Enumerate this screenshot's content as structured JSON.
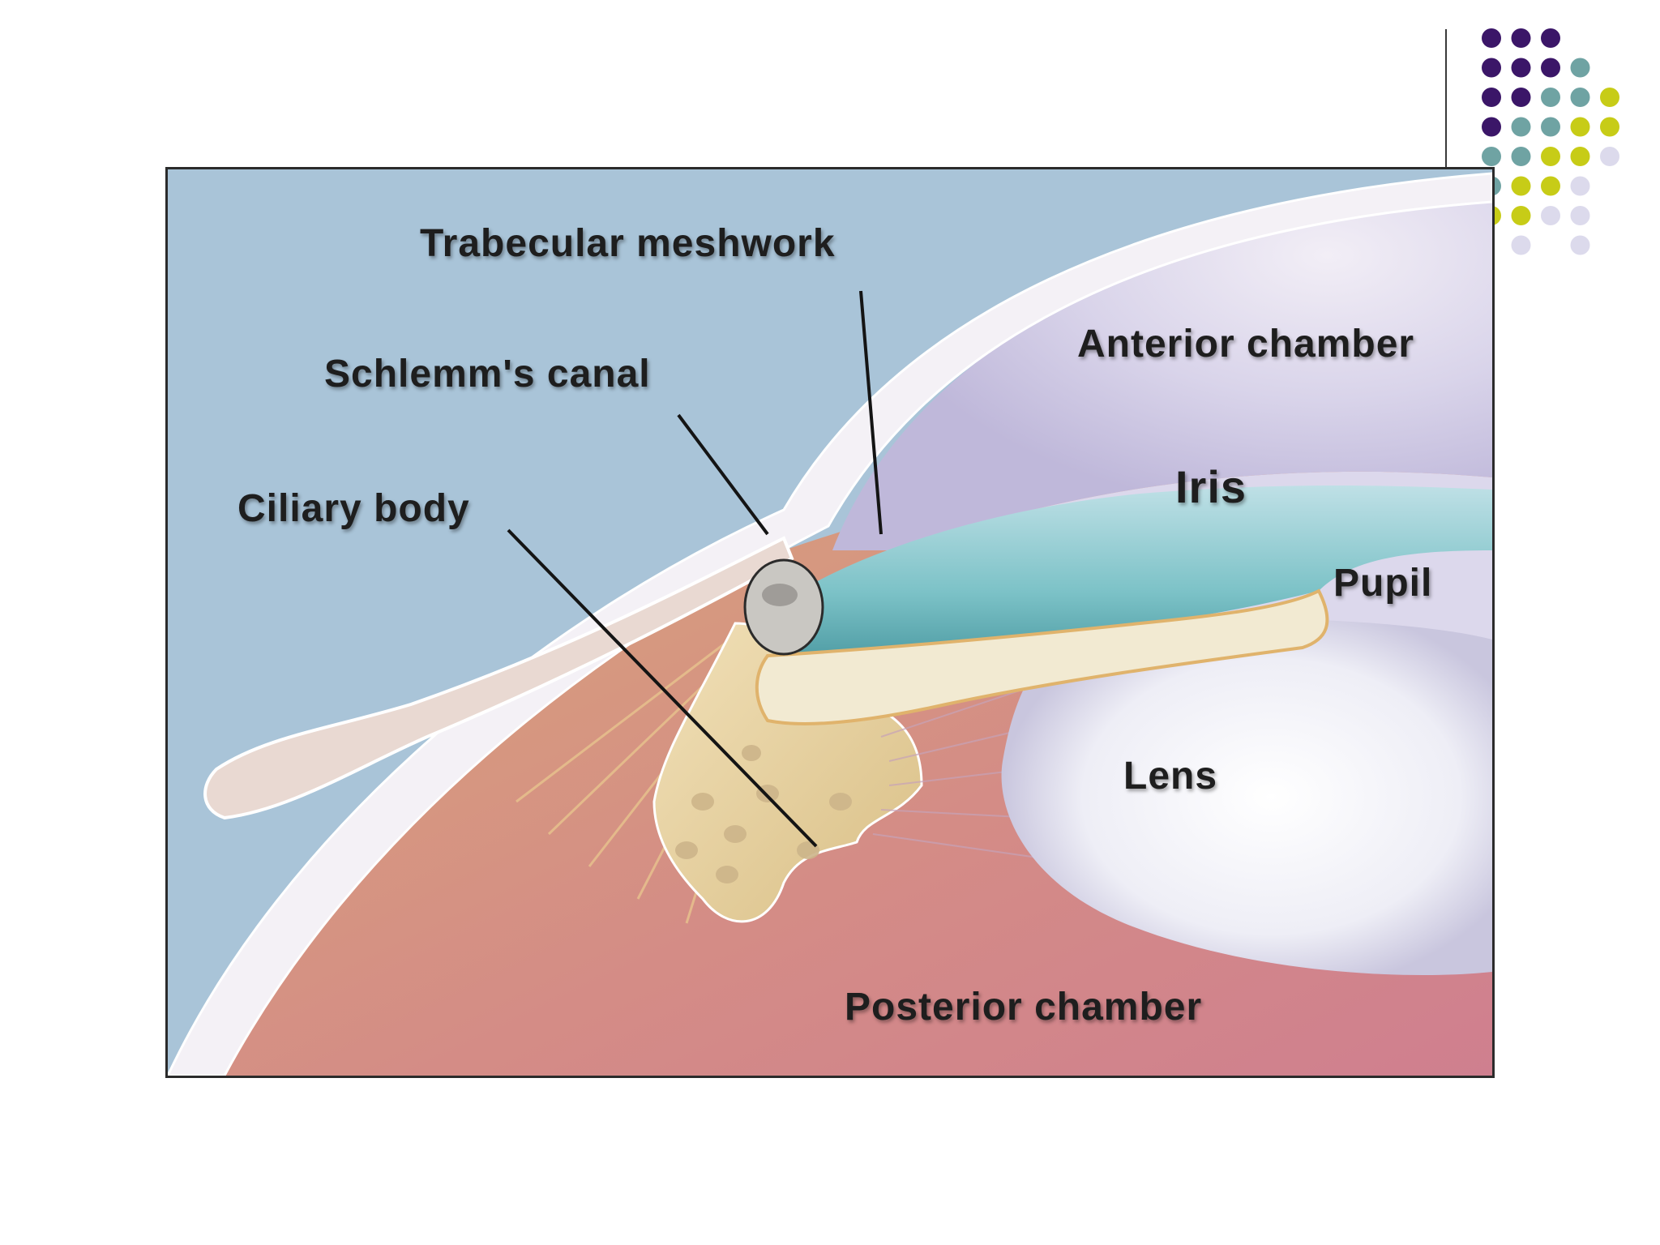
{
  "colors": {
    "dot_purple": "#3b1668",
    "dot_teal": "#6fa3a3",
    "dot_lime": "#c7cc17",
    "dot_lavender": "#dcdaec",
    "background_blue": "#a9c4d8"
  },
  "diagram": {
    "labels": {
      "trabecular_meshwork": "Trabecular meshwork",
      "schlemms_canal": "Schlemm's canal",
      "ciliary_body": "Ciliary body",
      "anterior_chamber": "Anterior chamber",
      "iris": "Iris",
      "pupil": "Pupil",
      "lens": "Lens",
      "posterior_chamber": "Posterior chamber"
    }
  }
}
